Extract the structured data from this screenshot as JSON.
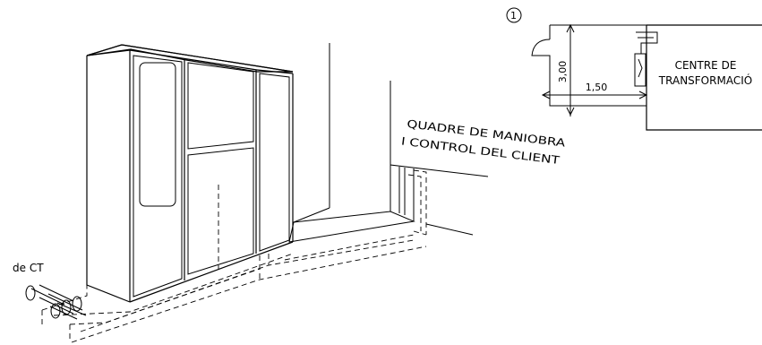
{
  "main_view": {
    "cable_label": "de CT",
    "panel_label_line1": "QUADRE DE MANIOBRA",
    "panel_label_line2": "I CONTROL DEL CLIENT"
  },
  "detail_view": {
    "callout_number": "1",
    "room_label_line1": "CENTRE DE",
    "room_label_line2": "TRANSFORMACIÓ",
    "dimension_vertical": "3,00",
    "dimension_horizontal": "1,50"
  }
}
